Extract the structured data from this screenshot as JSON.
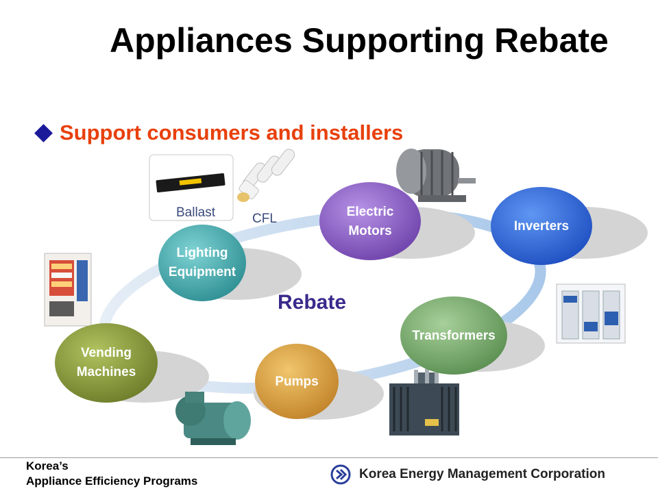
{
  "title": "Appliances Supporting Rebate",
  "bullet": "Support consumers and installers",
  "center_label": "Rebate",
  "nodes": {
    "lighting": [
      "Lighting",
      "Equipment"
    ],
    "motors": [
      "Electric",
      "Motors"
    ],
    "inverters": "Inverters",
    "transformers": "Transformers",
    "pumps": "Pumps",
    "vending": [
      "Vending",
      "Machines"
    ]
  },
  "image_labels": {
    "ballast": "Ballast",
    "cfl": "CFL"
  },
  "footer": {
    "line1": "Korea’s",
    "line2": "Appliance Efficiency Programs",
    "org": "Korea Energy Management Corporation"
  },
  "colors": {
    "lighting": "#3aa5a8",
    "motors": "#8a5cc4",
    "inverters": "#2b63d8",
    "transformers": "#74a86a",
    "pumps": "#d69a35",
    "vending": "#83953a",
    "ring": "#d7e6f4",
    "bullet_text": "#e8400c",
    "rebate_text": "#3a2a8c"
  }
}
